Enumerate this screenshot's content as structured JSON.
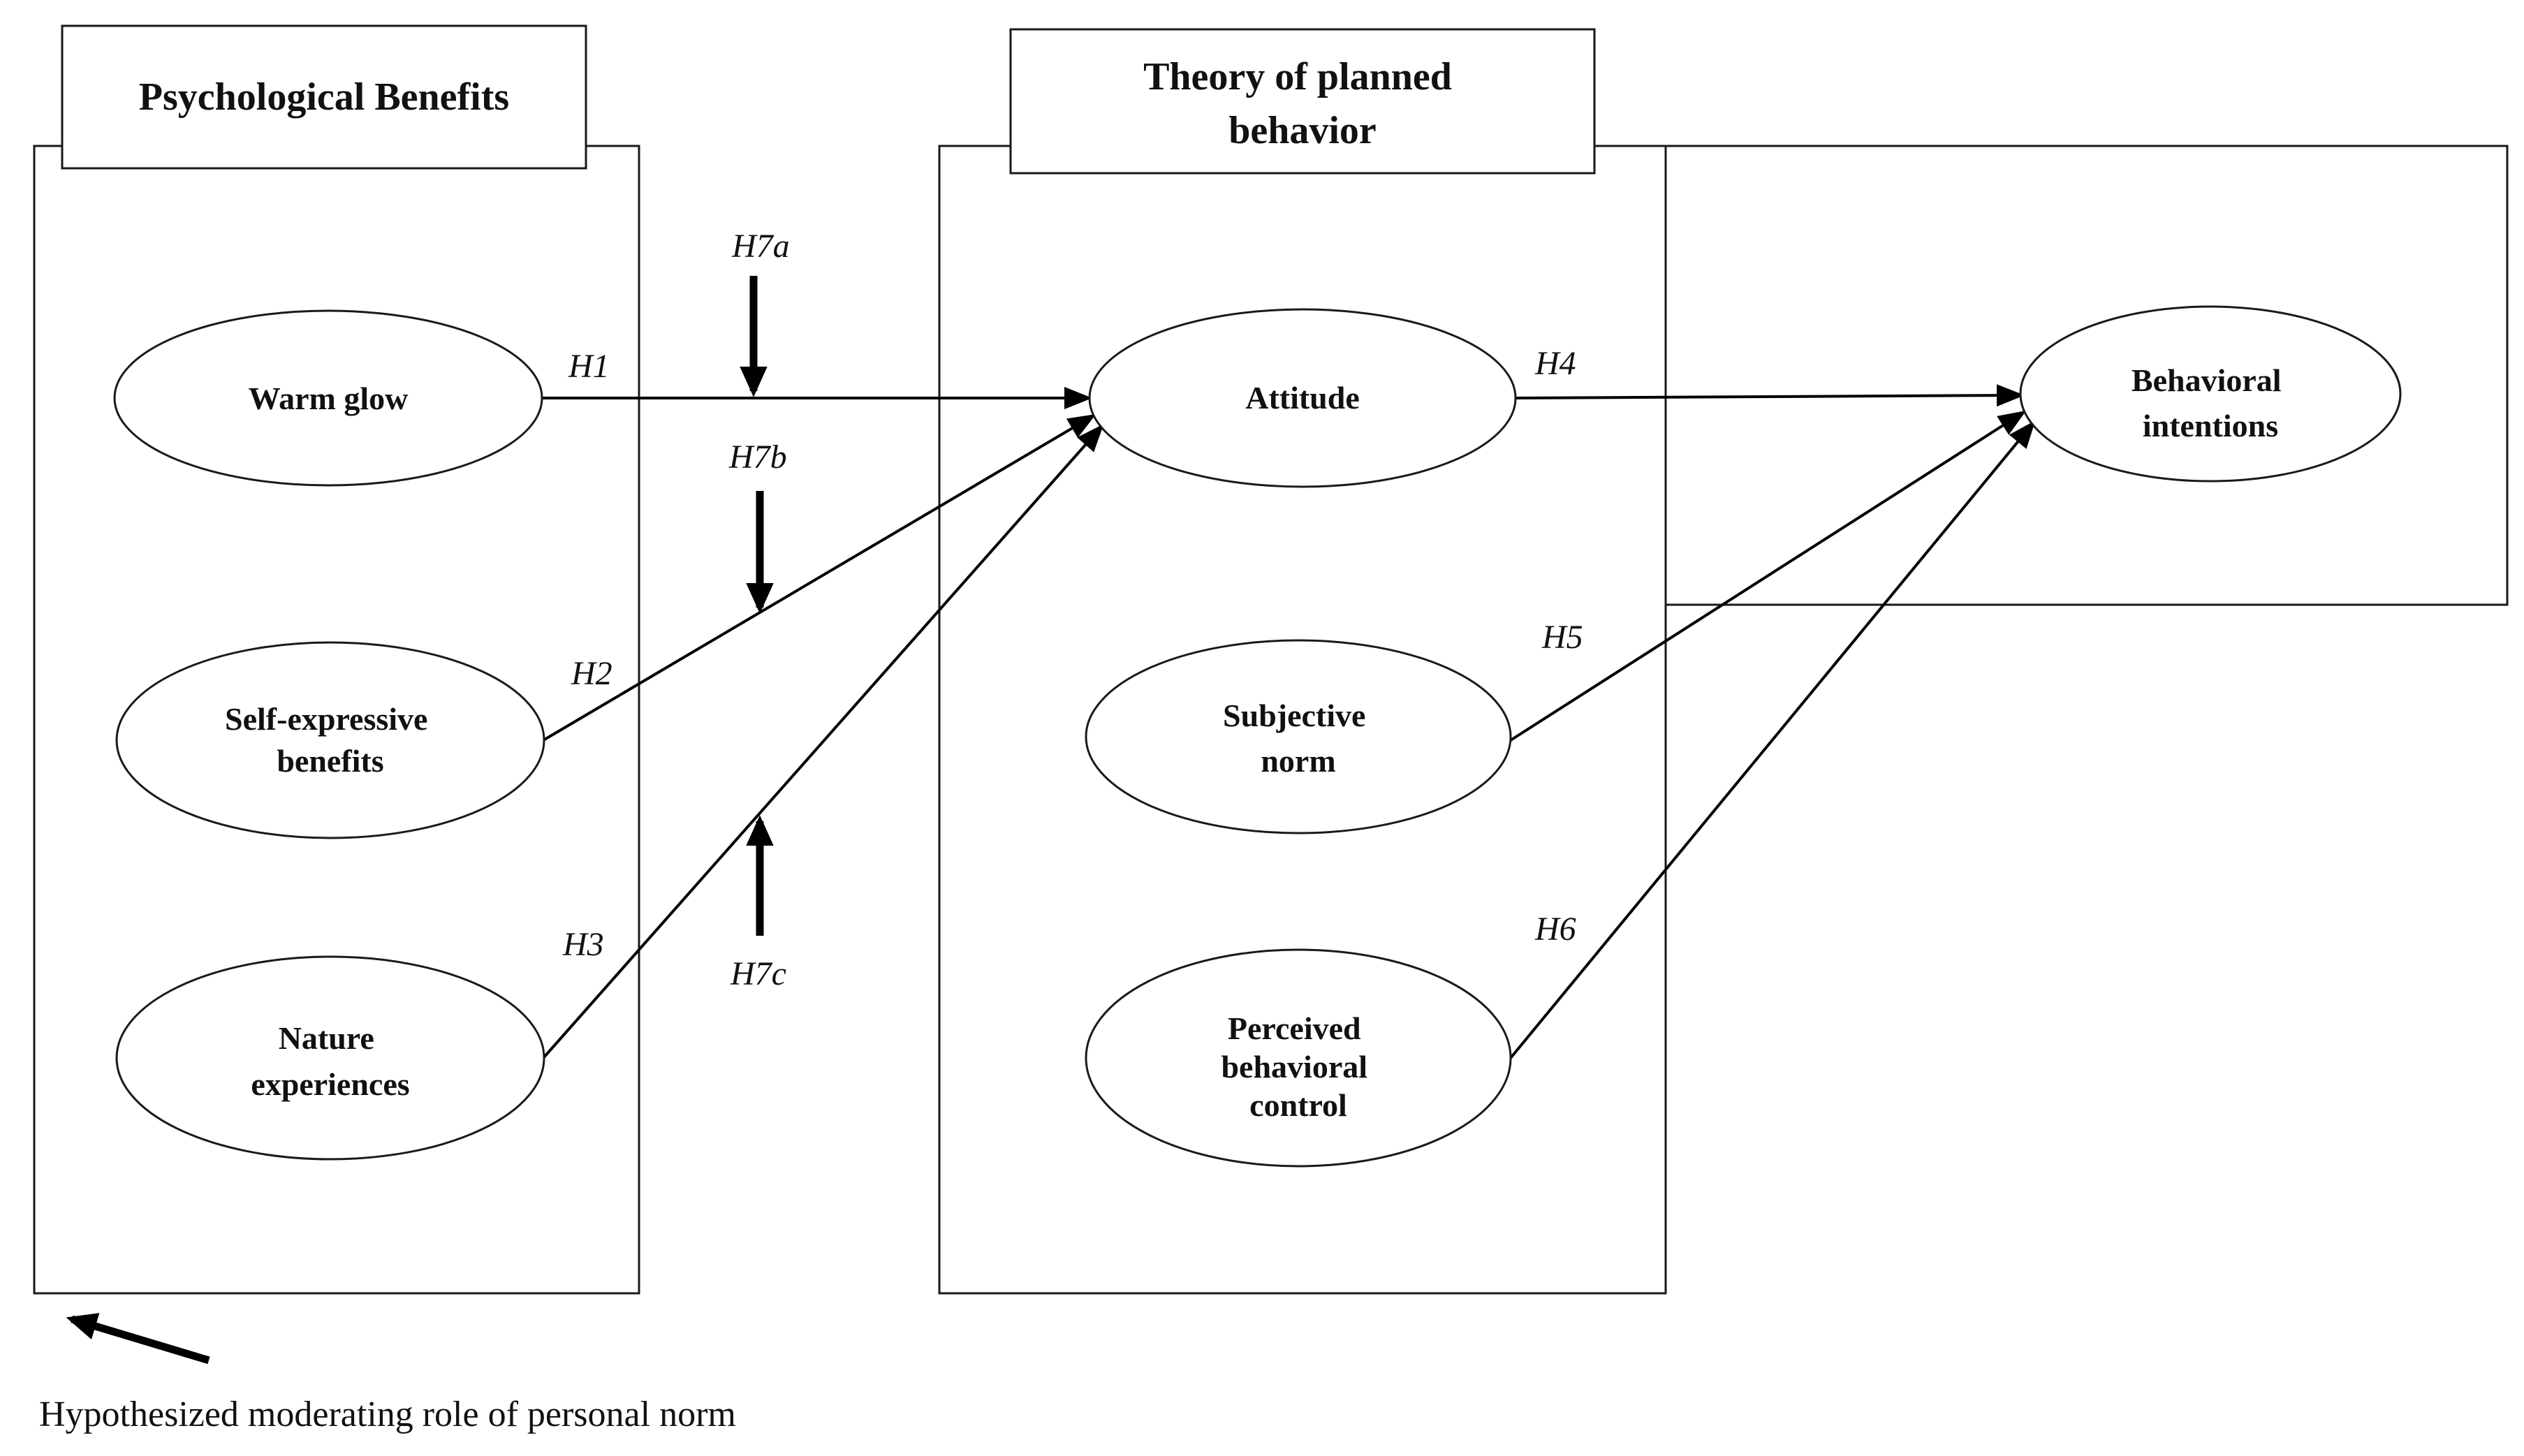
{
  "groups": {
    "psychological_benefits": "Psychological Benefits",
    "tpb": [
      "Theory of planned",
      "behavior"
    ]
  },
  "nodes": {
    "warm_glow": [
      "Warm glow"
    ],
    "self_expressive": [
      "Self-expressive",
      "benefits"
    ],
    "nature": [
      "Nature",
      "experiences"
    ],
    "attitude": [
      "Attitude"
    ],
    "subjective_norm": [
      "Subjective",
      "norm"
    ],
    "pbc": [
      "Perceived",
      "behavioral",
      "control"
    ],
    "intentions": [
      "Behavioral",
      "intentions"
    ]
  },
  "hypotheses": {
    "h1": "H1",
    "h2": "H2",
    "h3": "H3",
    "h4": "H4",
    "h5": "H5",
    "h6": "H6",
    "h7a": "H7a",
    "h7b": "H7b",
    "h7c": "H7c"
  },
  "legend": {
    "note": "Hypothesized moderating role of personal norm"
  }
}
